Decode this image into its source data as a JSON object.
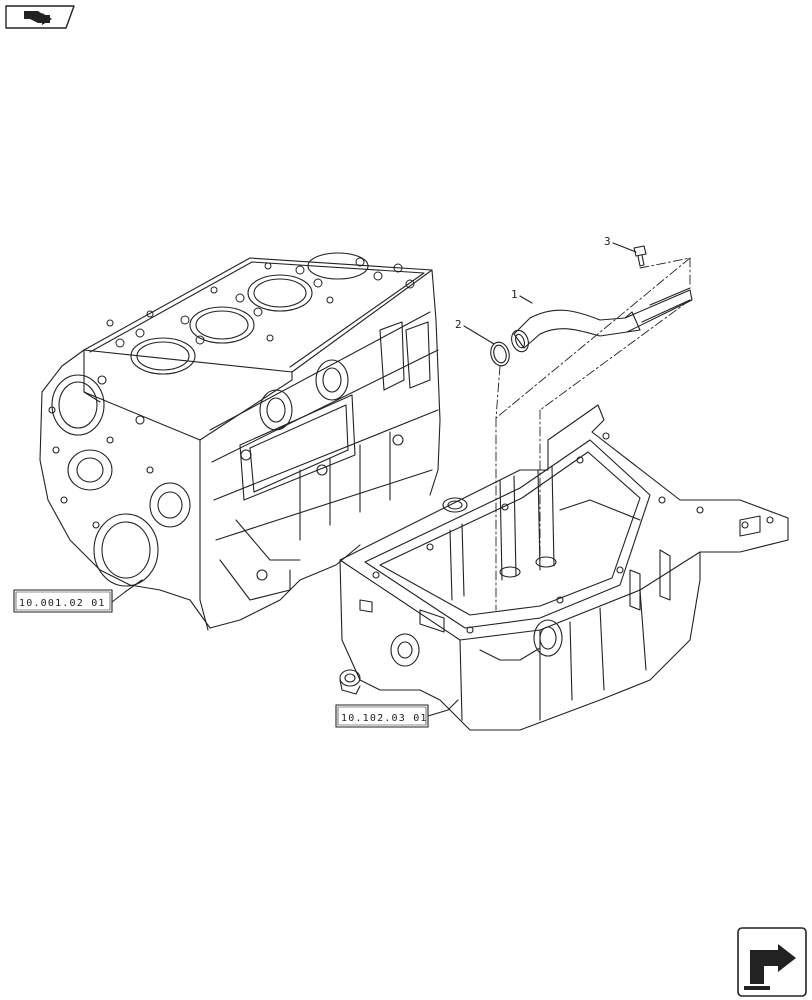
{
  "header": {
    "nav_icon": "back-arrow-icon"
  },
  "footer": {
    "nav_icon": "next-page-arrow-icon"
  },
  "callouts": [
    {
      "number": "1",
      "part": "oil-filler-tube"
    },
    {
      "number": "2",
      "part": "o-ring"
    },
    {
      "number": "3",
      "part": "bolt"
    }
  ],
  "references": [
    {
      "label": "10.001.02 01",
      "part": "engine-block"
    },
    {
      "label": "10.102.03 01",
      "part": "oil-sump"
    }
  ],
  "colors": {
    "line": "#222222",
    "background": "#ffffff"
  }
}
